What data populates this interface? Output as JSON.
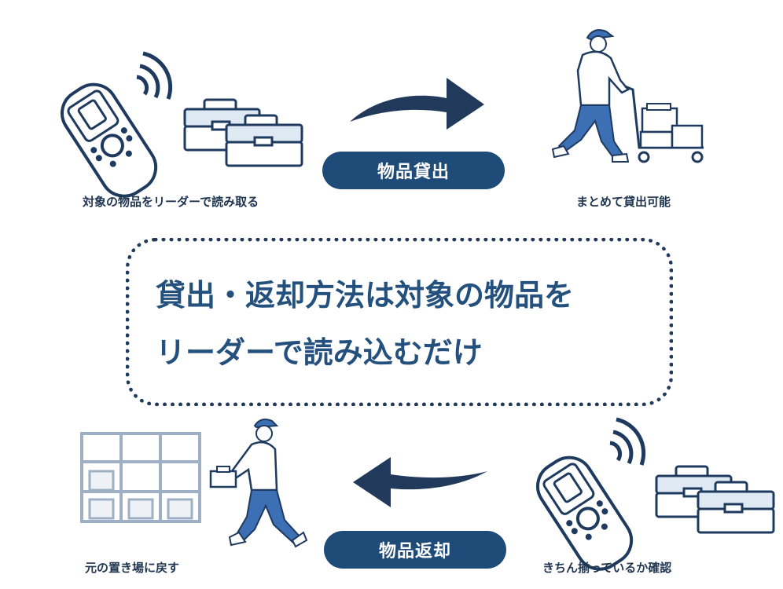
{
  "steps": {
    "scan": {
      "caption": "対象の物品をリーダーで読み取る"
    },
    "lend_button": {
      "label": "物品貸出"
    },
    "carry": {
      "caption": "まとめて貸出可能"
    },
    "check": {
      "caption": "きちん揃っているか確認"
    },
    "return_button": {
      "label": "物品返却"
    },
    "put_back": {
      "caption": "元の置き場に戻す"
    }
  },
  "headline": {
    "line1": "貸出・返却方法は対象の物品を",
    "line2": "リーダーで読み込むだけ"
  },
  "icons": [
    "rfid-reader-icon",
    "wireless-signal-icon",
    "toolbox-icon",
    "curved-arrow-icon",
    "worker-with-cart-icon",
    "worker-carrying-toolbox-icon",
    "storage-shelf-icon"
  ],
  "colors": {
    "navy": "#1f4b79",
    "blue": "#3d6fb4",
    "dark": "#213a5c"
  }
}
